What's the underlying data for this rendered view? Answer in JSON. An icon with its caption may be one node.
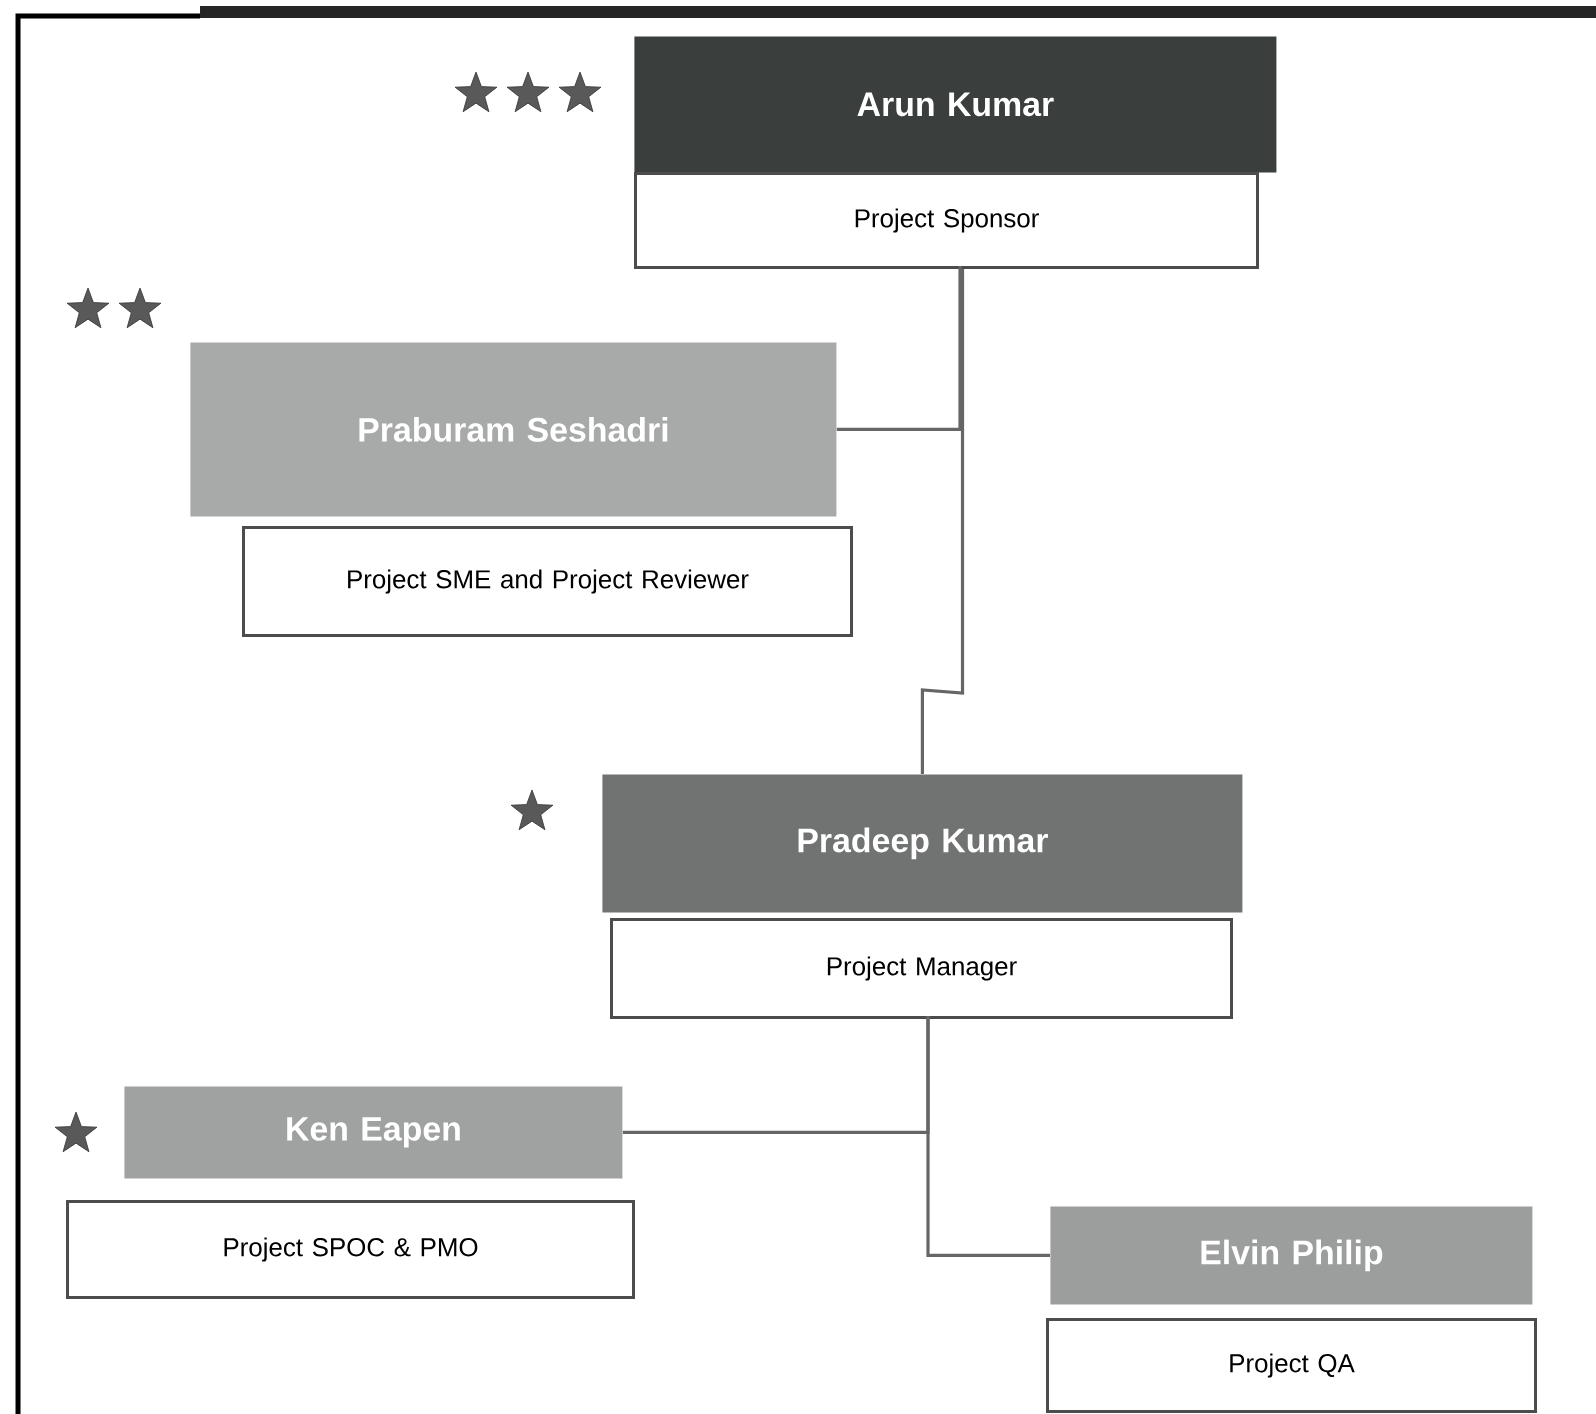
{
  "diagram": {
    "nodes": [
      {
        "text": [
          "Arun Kumar"
        ]
      },
      {
        "text": [
          "Project Sponsor"
        ]
      },
      {
        "text": [
          "Praburam Seshadri"
        ]
      },
      {
        "text": [
          "Project SME and Project Reviewer"
        ]
      },
      {
        "text": [
          "Pradeep Kumar"
        ]
      },
      {
        "text": [
          "Project Manager"
        ]
      },
      {
        "text": [
          "Ken Eapen"
        ]
      },
      {
        "text": [
          "Project SPOC & PMO"
        ]
      },
      {
        "text": [
          "Elvin Philip"
        ]
      },
      {
        "text": [
          "Project QA"
        ]
      }
    ],
    "edges": [
      {
        "from": 1,
        "to": 2,
        "arrow": "none"
      },
      {
        "from": 1,
        "to": 4,
        "arrow": "none"
      },
      {
        "from": 5,
        "to": 6,
        "arrow": "none"
      },
      {
        "from": 5,
        "to": 8,
        "arrow": "none"
      }
    ]
  }
}
